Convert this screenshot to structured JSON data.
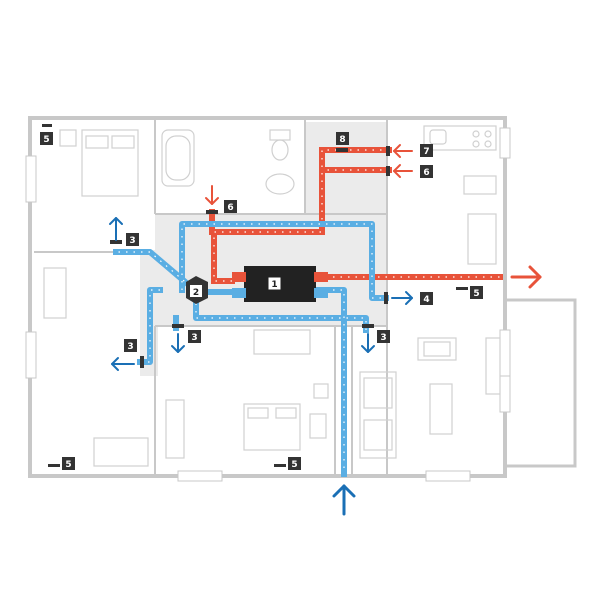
{
  "labels": {
    "l1": "1",
    "l2": "2",
    "l3a": "3",
    "l3b": "3",
    "l3c": "3",
    "l3d": "3",
    "l4": "4",
    "l5a": "5",
    "l5b": "5",
    "l5c": "5",
    "l5d": "5",
    "l6a": "6",
    "l6b": "6",
    "l7": "7",
    "l8": "8"
  },
  "colors": {
    "supply_duct": "#5aaee3",
    "exhaust_duct": "#e8533a",
    "arrow_blue": "#1a6fb5",
    "arrow_red": "#e8533a",
    "wall": "#c8c8c8",
    "floor_shade": "#ebebeb",
    "label_bg": "#333333",
    "unit": "#222222"
  },
  "icons": [
    "air-intake-arrow-icon",
    "air-exhaust-arrow-icon",
    "supply-arrow-icon",
    "extract-arrow-icon",
    "furniture-icons"
  ]
}
